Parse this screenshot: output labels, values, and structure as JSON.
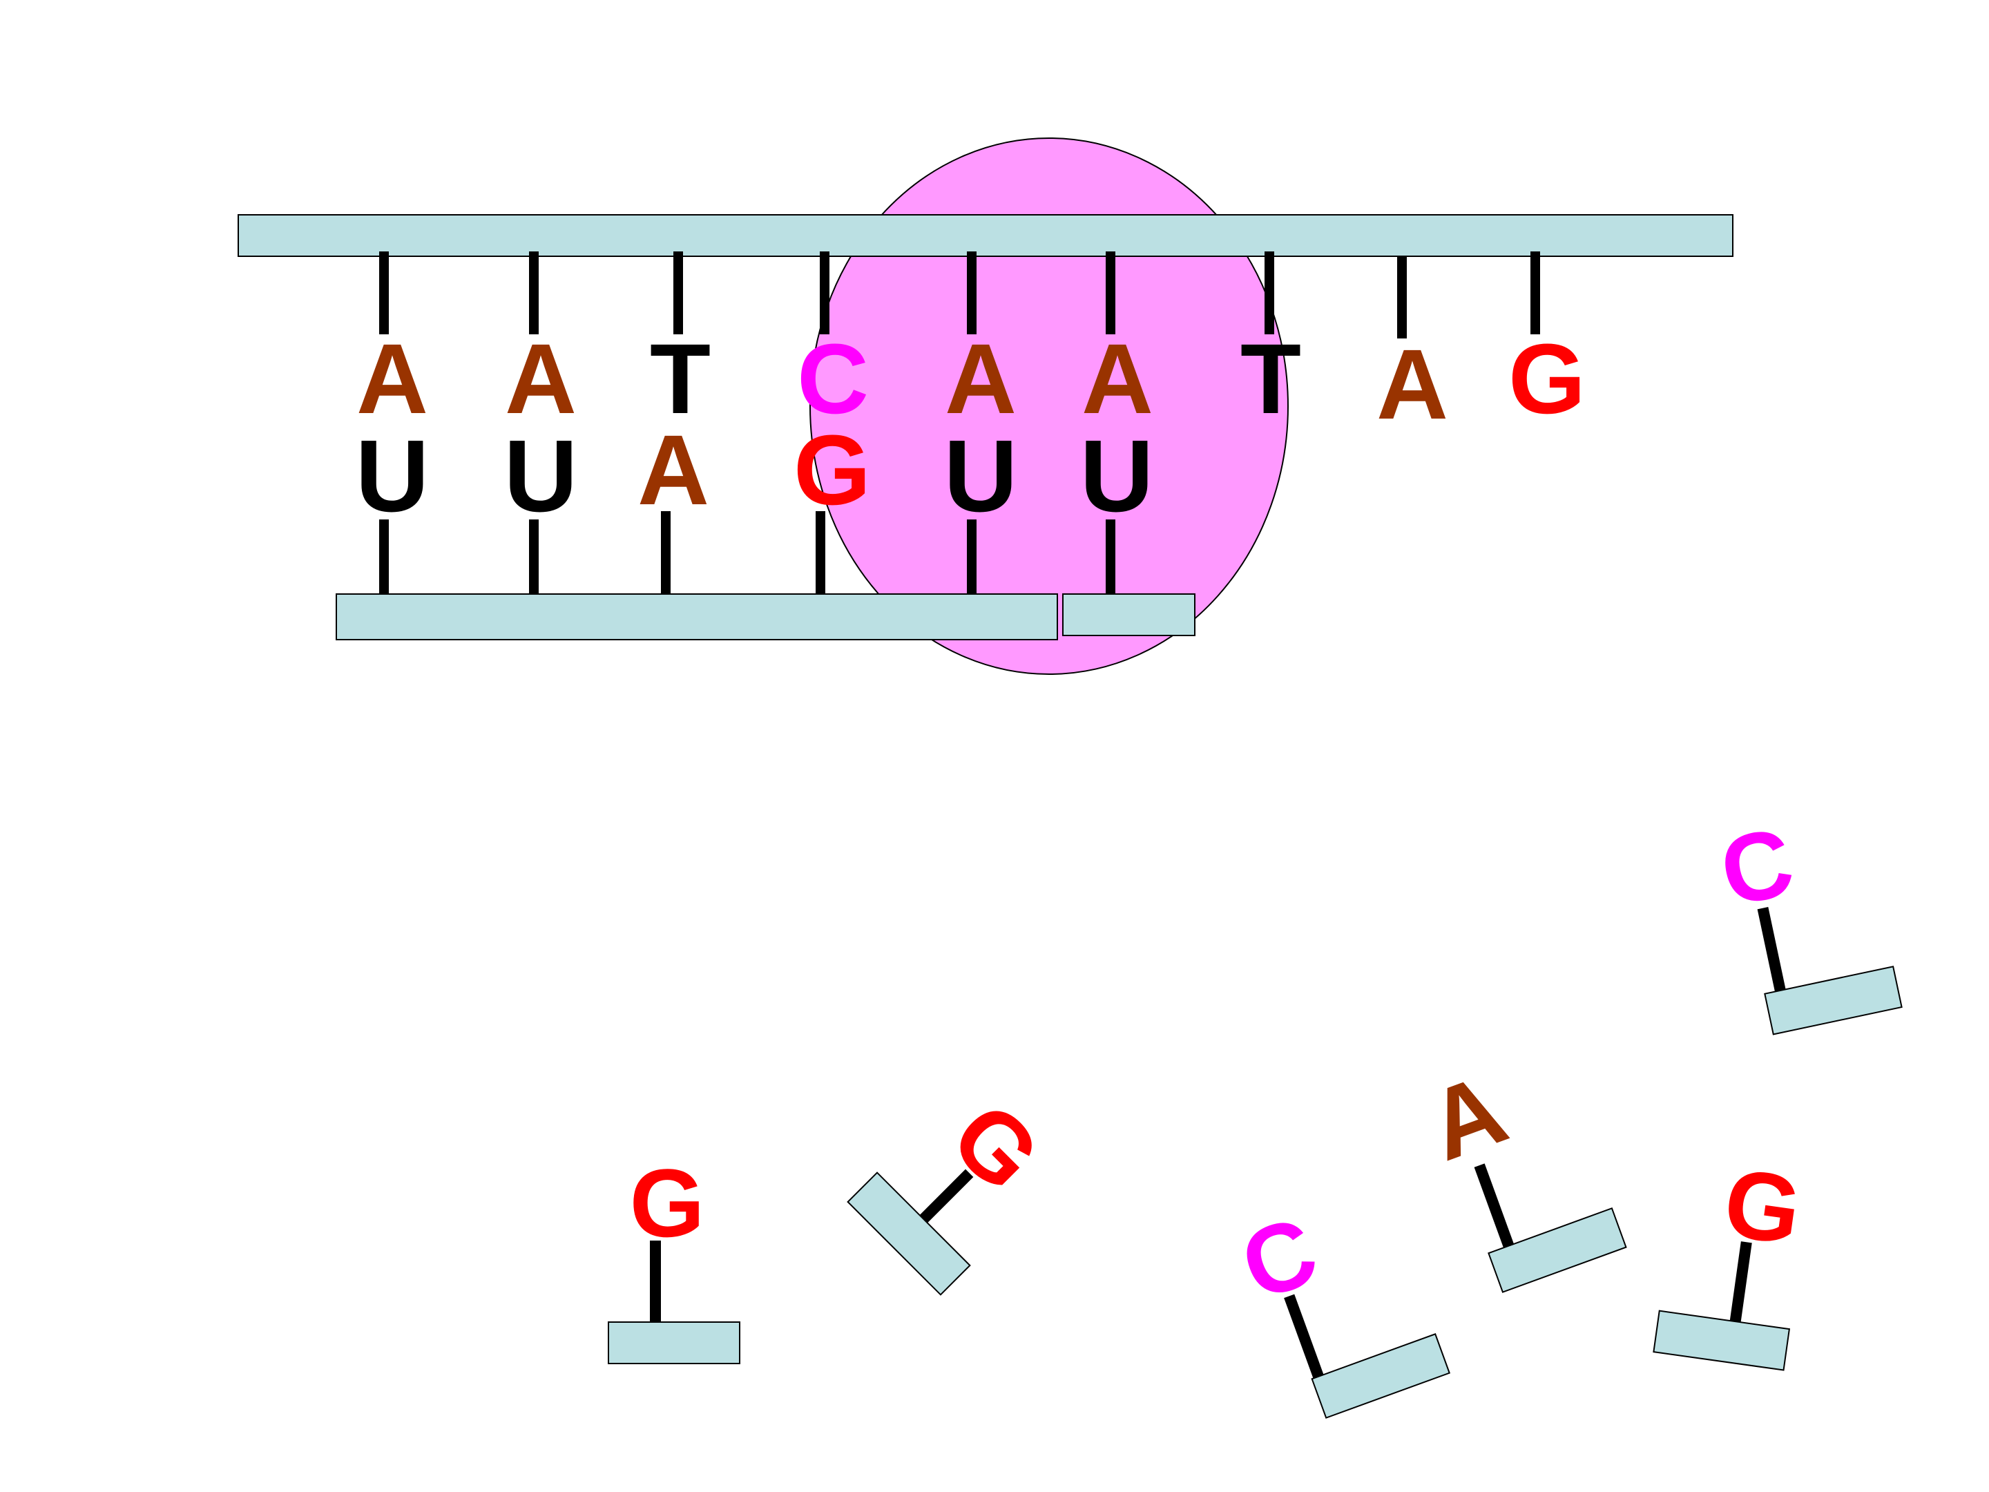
{
  "colors": {
    "strand_fill": "#bbe0e3",
    "outline": "#000000",
    "enzyme": "#ff99ff",
    "A": "#993300",
    "T": "#000000",
    "U": "#000000",
    "C": "#ff00ff",
    "G": "#ff0000"
  },
  "dna_template": {
    "bases": [
      "A",
      "A",
      "T",
      "C",
      "A",
      "A",
      "T",
      "A",
      "G"
    ]
  },
  "rna_paired": {
    "bases": [
      "U",
      "U",
      "A",
      "G",
      "U",
      "U"
    ]
  },
  "free_nucleotides": [
    {
      "base": "G",
      "rotation_deg": 0
    },
    {
      "base": "G",
      "rotation_deg": 45
    },
    {
      "base": "C",
      "rotation_deg": -20
    },
    {
      "base": "A",
      "rotation_deg": -20
    },
    {
      "base": "G",
      "rotation_deg": 8
    },
    {
      "base": "C",
      "rotation_deg": -12
    }
  ],
  "icons": {
    "enzyme": "rna-polymerase-ellipse",
    "backbone": "sugar-phosphate-backbone-bar"
  }
}
